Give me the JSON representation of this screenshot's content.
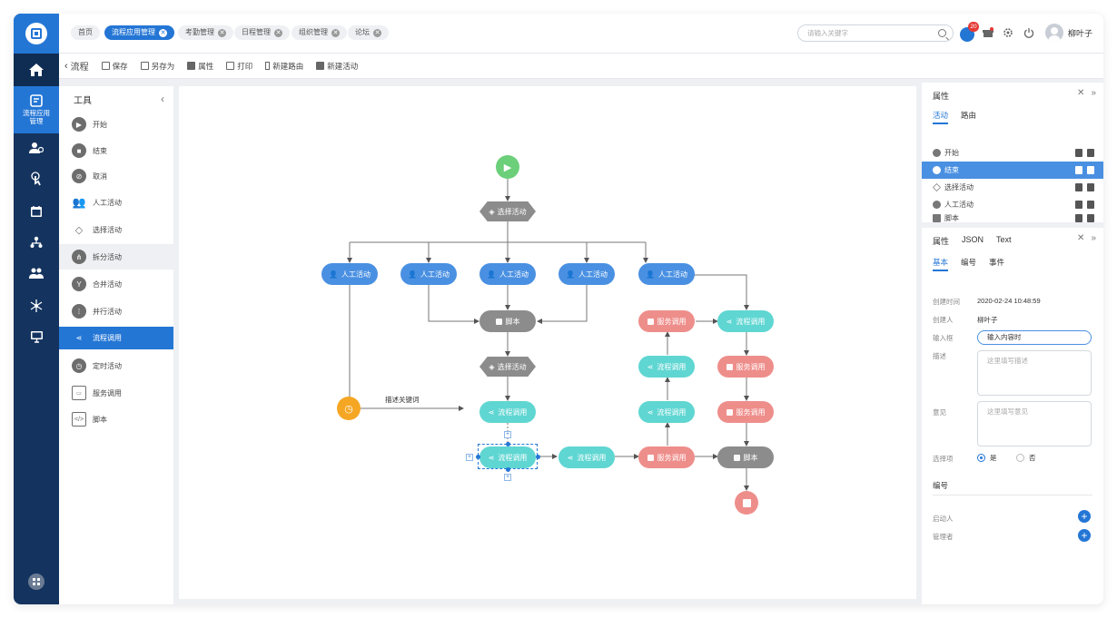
{
  "nav": {
    "items": [
      {
        "label": "流程应用\n管理",
        "icon": "workflow-icon",
        "active": true
      },
      {
        "icon": "user-manage-icon"
      },
      {
        "icon": "touch-icon"
      },
      {
        "icon": "calendar-icon"
      },
      {
        "icon": "org-tree-icon"
      },
      {
        "icon": "group-icon"
      },
      {
        "icon": "network-icon"
      },
      {
        "icon": "monitor-icon"
      }
    ]
  },
  "tabs": [
    {
      "label": "首页",
      "active": false,
      "closable": false
    },
    {
      "label": "流程应用管理",
      "active": true,
      "closable": true
    },
    {
      "label": "考勤管理",
      "active": false,
      "closable": true
    },
    {
      "label": "日程管理",
      "active": false,
      "closable": true
    },
    {
      "label": "组织管理",
      "active": false,
      "closable": true
    },
    {
      "label": "论坛",
      "active": false,
      "closable": true
    }
  ],
  "search": {
    "placeholder": "请输入关键字"
  },
  "header": {
    "badge_count": "20",
    "user_name": "柳叶子"
  },
  "toolbar": {
    "back_label": "流程",
    "items": [
      "保存",
      "另存为",
      "属性",
      "打印",
      "新建路由",
      "新建活动"
    ]
  },
  "tools": {
    "title": "工具",
    "items": [
      "开始",
      "结束",
      "取消",
      "人工活动",
      "选择活动",
      "拆分活动",
      "合并活动",
      "并行活动",
      "流程调用",
      "定时活动",
      "服务调用",
      "脚本"
    ]
  },
  "flow": {
    "nodes": {
      "select1": "选择活动",
      "manual": "人工活动",
      "script1": "脚本",
      "select2": "选择活动",
      "flowcall": "流程调用",
      "service": "服务调用",
      "script2": "脚本"
    },
    "edge_label": "描述关键词"
  },
  "props_panel": {
    "title": "属性",
    "tabs": [
      "活动",
      "路由"
    ],
    "items": [
      "开始",
      "结束",
      "选择活动",
      "人工活动",
      "脚本"
    ],
    "active_index": 1
  },
  "detail_panel": {
    "tabs": [
      "属性",
      "JSON",
      "Text"
    ],
    "subtabs": [
      "基本",
      "编号",
      "事件"
    ],
    "fields": {
      "created_time_label": "创建时间",
      "created_time": "2020-02-24 10:48:59",
      "creator_label": "创建人",
      "creator": "柳叶子",
      "input_label": "输入框",
      "input_value": "输入内容时",
      "desc_label": "描述",
      "desc_placeholder": "这里填写描述",
      "opinion_label": "意见",
      "opinion_placeholder": "这里填写意见",
      "select_label": "选择项",
      "option_yes": "是",
      "option_no": "否"
    },
    "section_title": "编号",
    "starter_label": "启动人",
    "manager_label": "管理者"
  },
  "colors": {
    "accent": "#2476d5",
    "nav_bg": "#14345f",
    "blue_node": "#4a90e2",
    "teal_node": "#5fd6d2",
    "red_node": "#ee8e8b",
    "gray_node": "#8c8c8c",
    "start": "#6ccf7a",
    "timer": "#f5a623"
  }
}
